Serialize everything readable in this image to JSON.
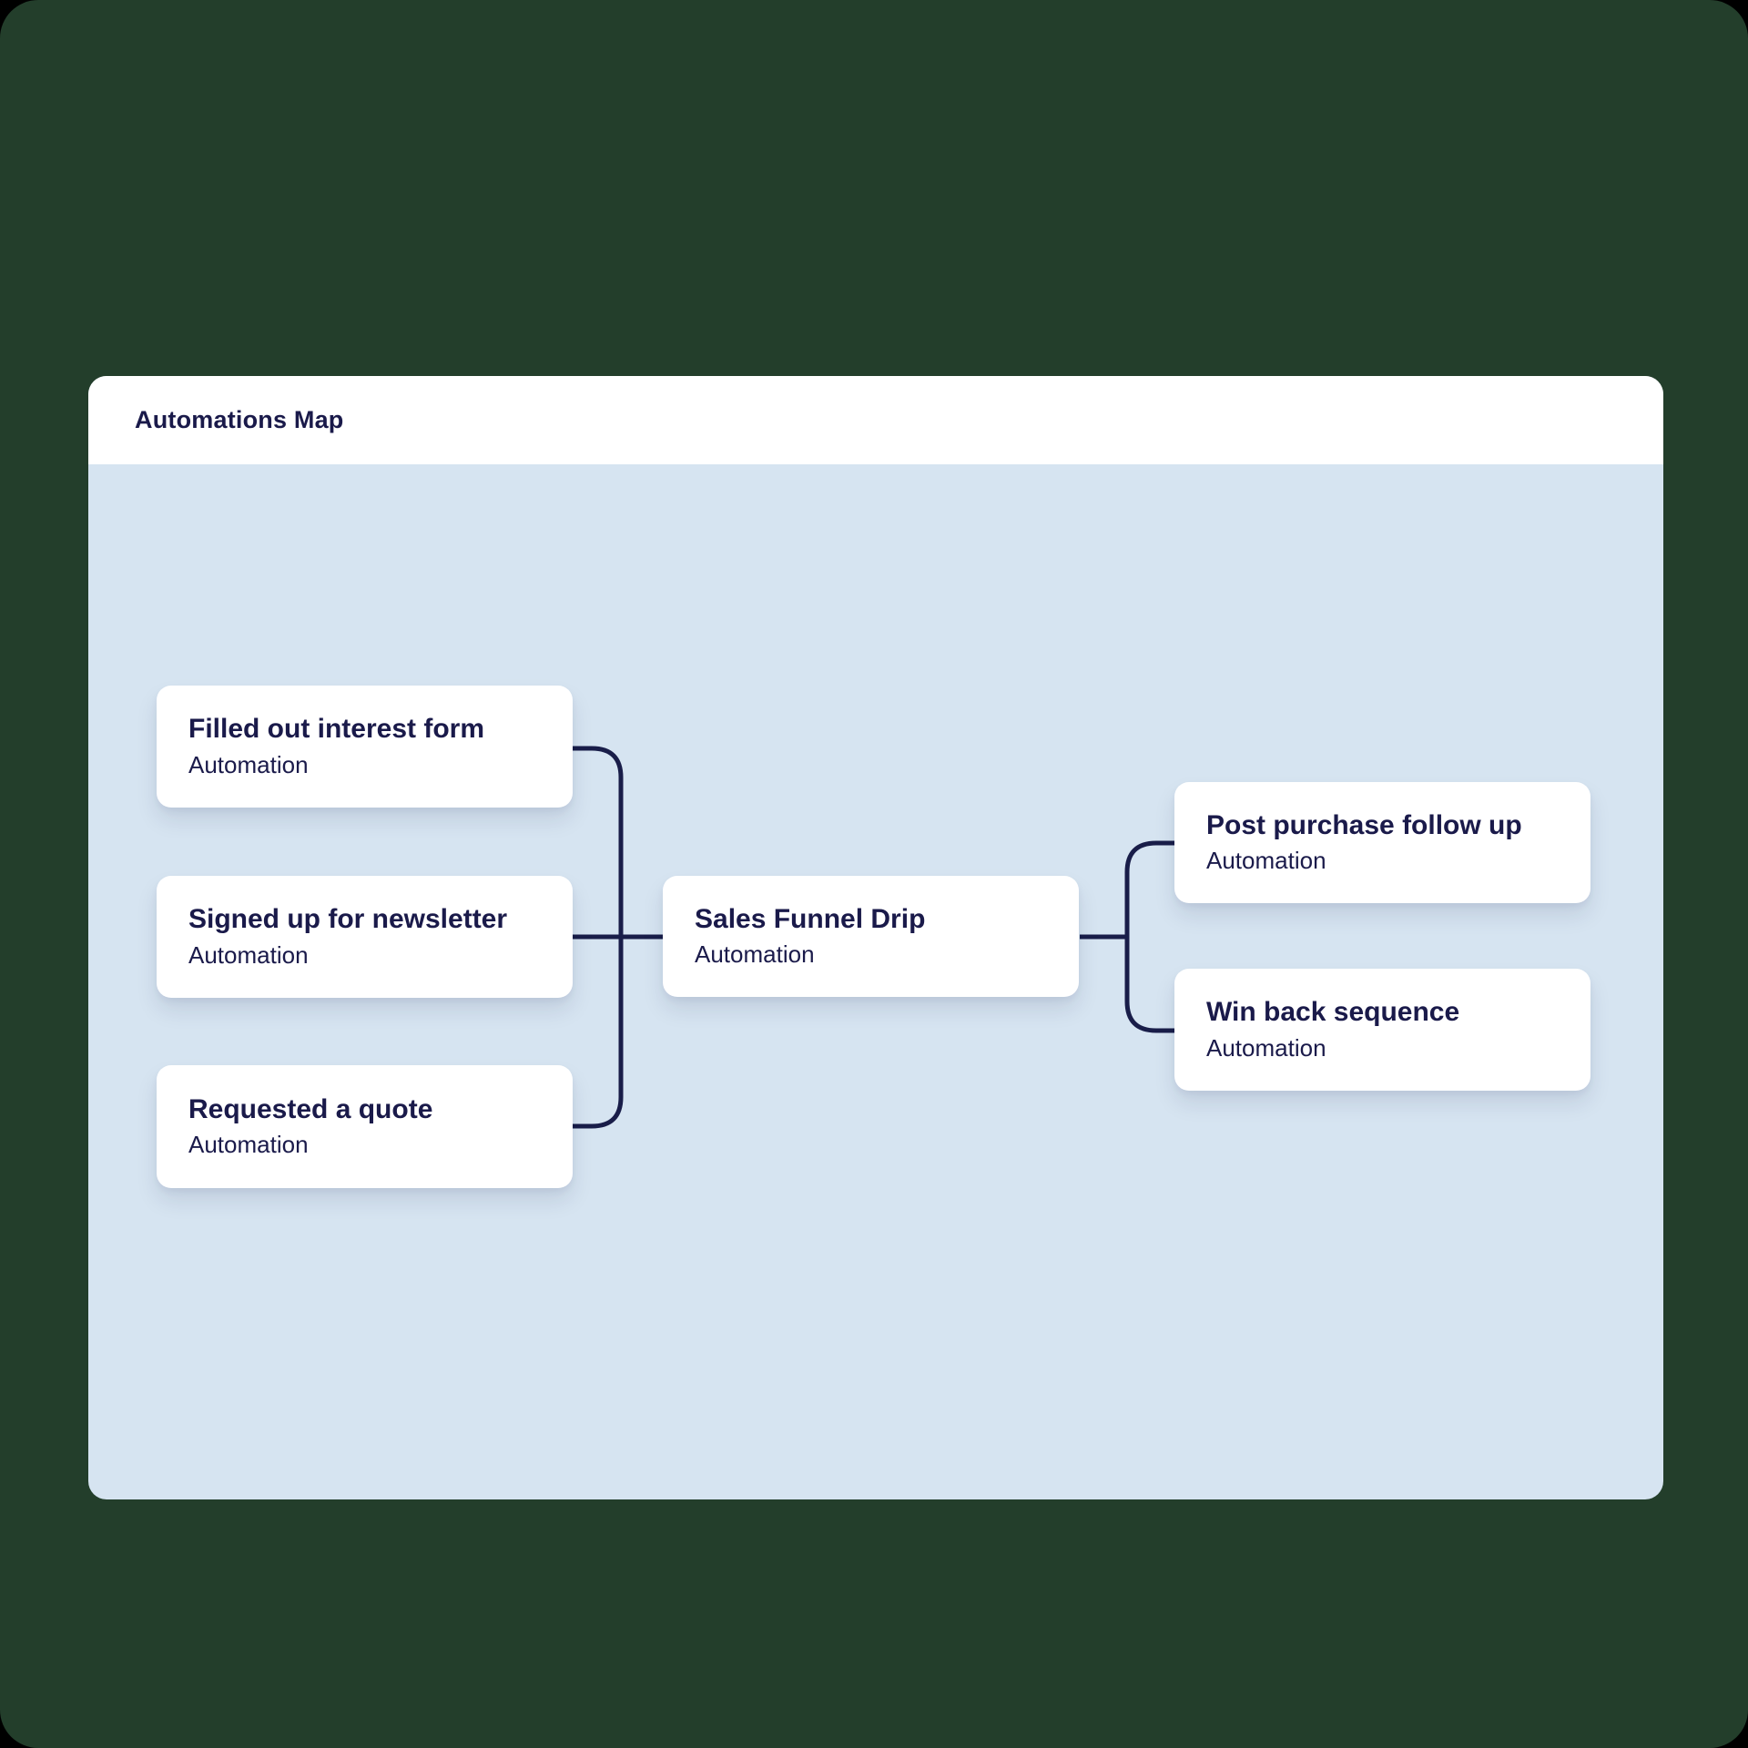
{
  "header": {
    "title": "Automations Map"
  },
  "colors": {
    "frame_background": "#233E2B",
    "canvas_background": "#D6E4F1",
    "node_background": "#FFFFFF",
    "text": "#1A1A4A",
    "connector": "#191D49"
  },
  "nodes": [
    {
      "title": "Filled out interest form",
      "subtitle": "Automation"
    },
    {
      "title": "Signed up for newsletter",
      "subtitle": "Automation"
    },
    {
      "title": "Requested a quote",
      "subtitle": "Automation"
    },
    {
      "title": "Sales Funnel Drip",
      "subtitle": "Automation"
    },
    {
      "title": "Post purchase follow up",
      "subtitle": "Automation"
    },
    {
      "title": "Win back sequence",
      "subtitle": "Automation"
    }
  ]
}
